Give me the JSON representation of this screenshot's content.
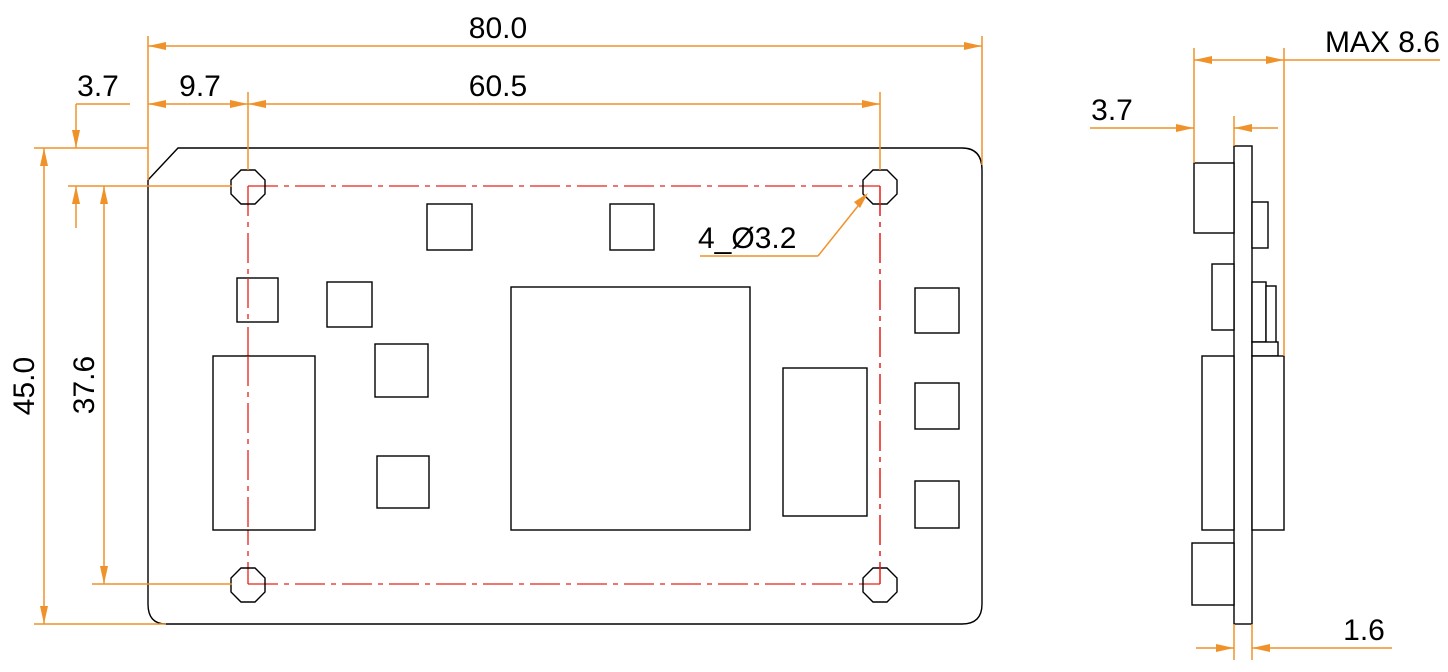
{
  "drawing": {
    "front_view": {
      "overall_width": "80.0",
      "hole_spacing_x": "60.5",
      "hole_offset_x": "9.7",
      "hole_offset_y_top": "3.7",
      "overall_height": "45.0",
      "hole_spacing_y": "37.6",
      "hole_callout": "4_Ø3.2"
    },
    "side_view": {
      "max_height": "MAX 8.6",
      "component_offset": "3.7",
      "board_thickness": "1.6"
    }
  },
  "colors": {
    "dimension": "#f0922a",
    "centerline": "#e8201a",
    "outline": "#000000"
  }
}
